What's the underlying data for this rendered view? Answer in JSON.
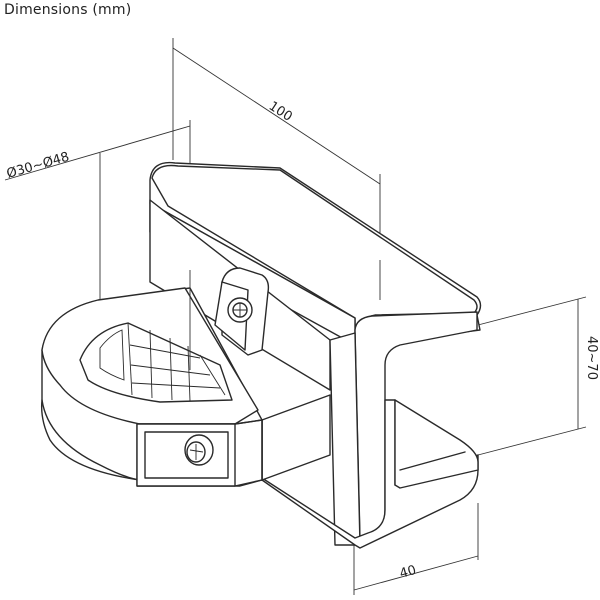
{
  "title": "Dimensions (mm)",
  "dimensions": {
    "length": "100",
    "diameter": "Ø30~Ø48",
    "height": "40~70",
    "width": "40"
  }
}
